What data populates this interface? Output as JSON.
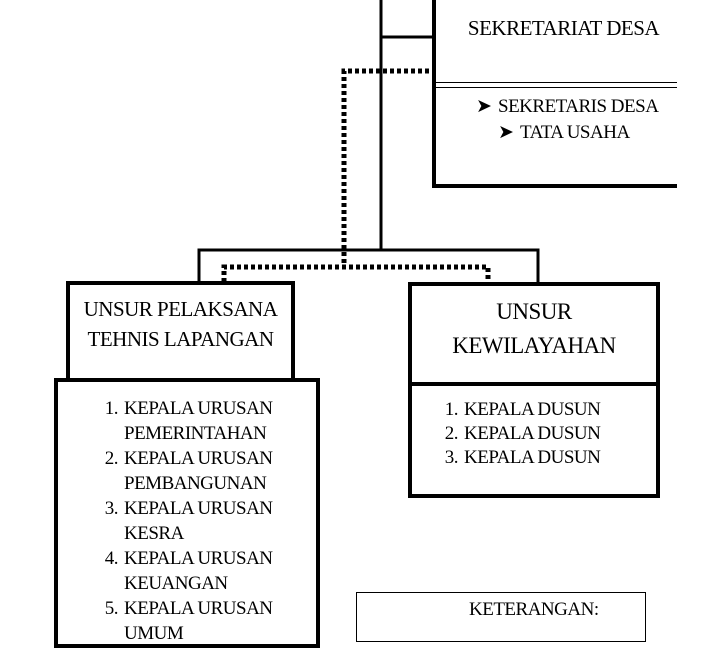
{
  "sekretariat": {
    "title": "SEKRETARIAT DESA",
    "items": [
      {
        "arrow": "➤",
        "label": "SEKRETARIS DESA"
      },
      {
        "arrow": "➤",
        "label": "TATA USAHA"
      }
    ]
  },
  "pelaksana": {
    "title_line1": "UNSUR PELAKSANA",
    "title_line2": "TEHNIS LAPANGAN",
    "items": [
      {
        "num": "1.",
        "line1": "KEPALA URUSAN",
        "line2": "PEMERINTAHAN"
      },
      {
        "num": "2.",
        "line1": "KEPALA URUSAN",
        "line2": "PEMBANGUNAN"
      },
      {
        "num": "3.",
        "line1": "KEPALA URUSAN",
        "line2": "KESRA"
      },
      {
        "num": "4.",
        "line1": "KEPALA URUSAN",
        "line2": "KEUANGAN"
      },
      {
        "num": "5.",
        "line1": "KEPALA URUSAN",
        "line2": "UMUM"
      }
    ]
  },
  "kewilayahan": {
    "title_line1": "UNSUR",
    "title_line2": "KEWILAYAHAN",
    "items": [
      {
        "num": "1.",
        "label": "KEPALA DUSUN"
      },
      {
        "num": "2.",
        "label": "KEPALA DUSUN"
      },
      {
        "num": "3.",
        "label": "KEPALA DUSUN"
      }
    ]
  },
  "keterangan": {
    "title": "KETERANGAN:"
  }
}
